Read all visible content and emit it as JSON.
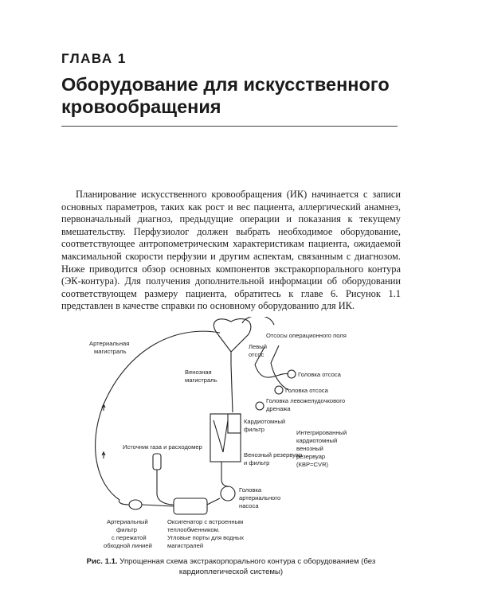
{
  "chapter": {
    "label": "ГЛАВА 1",
    "title": "Оборудование для искусственного кровообращения"
  },
  "body": {
    "paragraph": "Планирование искусственного кровообращения (ИК) начинается с записи основных параметров, таких как рост и вес пациента, аллергический анамнез, первоначальный диагноз, предыдущие операции и показания к текущему вмешательству. Перфузиолог должен выбрать необходимое оборудование, соответствующее антропометрическим характеристикам пациента, ожидаемой максимальной скорости перфузии и другим аспектам, связанным с диагнозом. Ниже приводится обзор основных компонентов экстракорпорального контура (ЭК-контура). Для получения дополнительной информации об оборудовании соответствующем размеру пациента, обратитесь к главе 6. Рисунок 1.1 представлен в качестве справки по основному оборудованию для ИК."
  },
  "diagram": {
    "labels": {
      "arterial_line": [
        "Артериальная",
        "магистраль"
      ],
      "sucker_lines": "Отсосы операционного поля",
      "left_sucker": [
        "Левый",
        "отсос"
      ],
      "sucker_head_1": "Головка отсоса",
      "venous_line": [
        "Венозная",
        "магистраль"
      ],
      "sucker_head_2": "Головка отсоса",
      "lv_vent_head": [
        "Головка левожелудочкового",
        "дренажа"
      ],
      "cardiotomy_filter": [
        "Кардиотомный",
        "фильтр"
      ],
      "integrated_reservoir": [
        "Интегрированный",
        "кардиотомный",
        "венозный",
        "резервуар",
        "(КВР=CVR)"
      ],
      "gas_source": "Источник газа и расходомер",
      "venous_reservoir": [
        "Венозный резервуар",
        "и фильтр"
      ],
      "arterial_pump_head": [
        "Головка",
        "артериального",
        "насоса"
      ],
      "arterial_filter": [
        "Артериальный",
        "фильтр",
        "с пережатой",
        "обходной линией"
      ],
      "oxygenator": [
        "Оксигенатор с встроенным",
        "теплообменником.",
        "Угловые порты для водных",
        "магистралей"
      ]
    }
  },
  "caption": {
    "label": "Рис. 1.1.",
    "text": " Упрощенная схема экстракорпорального контура с оборудованием (без кардиоплегической системы)"
  }
}
